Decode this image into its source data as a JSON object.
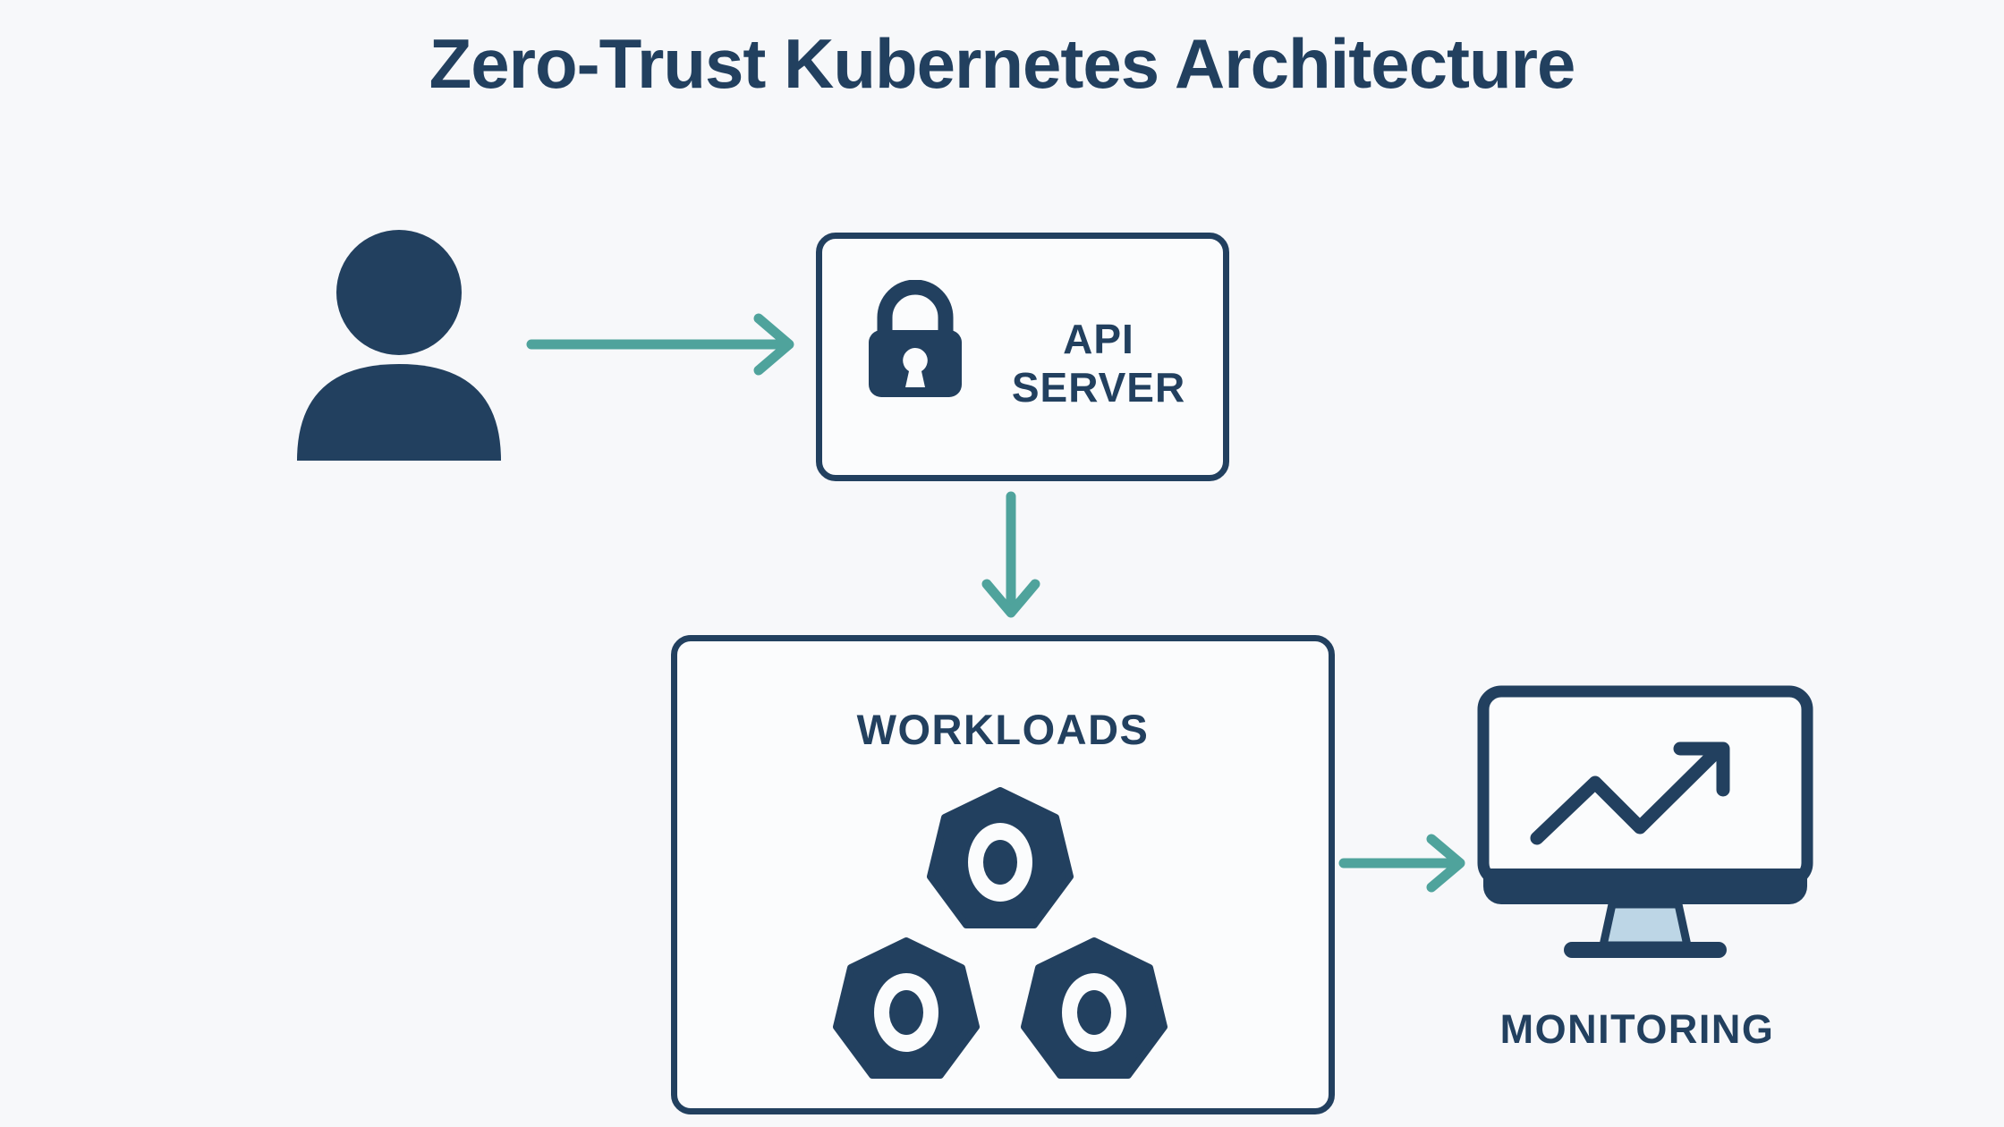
{
  "diagram": {
    "title": "Zero-Trust Kubernetes Architecture",
    "background_color": "#f7f8fa",
    "primary_color": "#22405f",
    "accent_color": "#4fa39c",
    "stand_color": "#bdd6e6"
  },
  "nodes": {
    "user": {
      "label": "",
      "icon": "user-actor-icon"
    },
    "api_server": {
      "label_line1": "API",
      "label_line2": "SERVER",
      "icon": "lock-icon"
    },
    "workloads": {
      "label": "WORKLOADS",
      "icon": "workload-nodes-icon",
      "node_count": 3
    },
    "monitoring": {
      "label": "MONITORING",
      "icon": "monitor-display-icon"
    }
  },
  "connections": [
    {
      "name": "user-to-api-server",
      "from": "user",
      "to": "api_server",
      "direction": "right"
    },
    {
      "name": "api-server-to-workloads",
      "from": "api_server",
      "to": "workloads",
      "direction": "down"
    },
    {
      "name": "workloads-to-monitoring",
      "from": "workloads",
      "to": "monitoring",
      "direction": "right"
    }
  ]
}
